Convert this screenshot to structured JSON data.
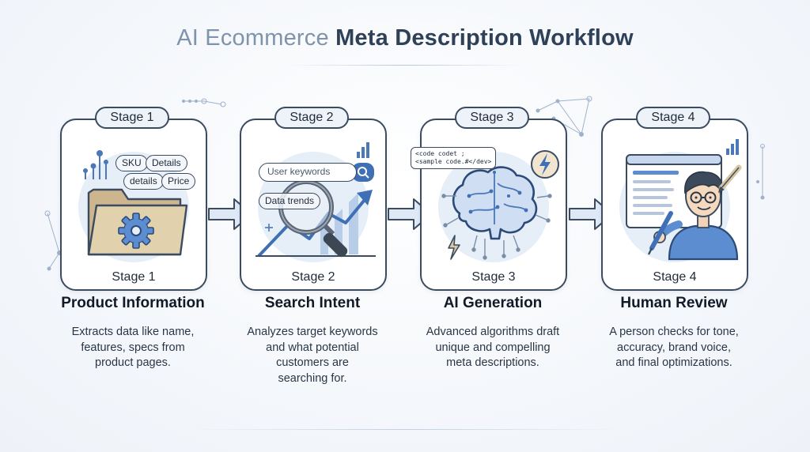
{
  "title": {
    "part1": "AI Ecommerce",
    "part2": "Meta Description Workflow"
  },
  "stages": [
    {
      "badge": "Stage 1",
      "label": "Stage 1",
      "title": "Product Information",
      "desc_lines": [
        "Extracts data like name,",
        "features, specs from",
        "product pages."
      ],
      "chips": [
        "SKU",
        "Details",
        "details",
        "Price"
      ],
      "icons": [
        "folder-icon",
        "gear-icon"
      ]
    },
    {
      "badge": "Stage 2",
      "label": "Stage 2",
      "title": "Search Intent",
      "desc_lines": [
        "Analyzes target keywords",
        "and what potential",
        "customers are",
        "searching for."
      ],
      "search_placeholder": "User keywords",
      "trend_chip": "Data trends",
      "icons": [
        "magnifier-icon",
        "trend-chart-icon"
      ]
    },
    {
      "badge": "Stage 3",
      "label": "Stage 3",
      "title": "AI Generation",
      "desc_lines": [
        "Advanced algorithms draft",
        "unique and compelling",
        "meta descriptions."
      ],
      "code_lines": [
        "<code codet ;",
        "<sample code.#</dev>"
      ],
      "icons": [
        "brain-circuit-icon",
        "lightning-icon"
      ]
    },
    {
      "badge": "Stage 4",
      "label": "Stage 4",
      "title": "Human Review",
      "desc_lines": [
        "A person checks for tone,",
        "accuracy, brand voice,",
        "and final optimizations."
      ],
      "icons": [
        "person-icon",
        "document-window-icon",
        "pencil-icon"
      ]
    }
  ],
  "colors": {
    "outline": "#3b4b60",
    "accent": "#4a78b8",
    "light_blue": "#dfe9f6",
    "folder": "#d9c6a0"
  }
}
